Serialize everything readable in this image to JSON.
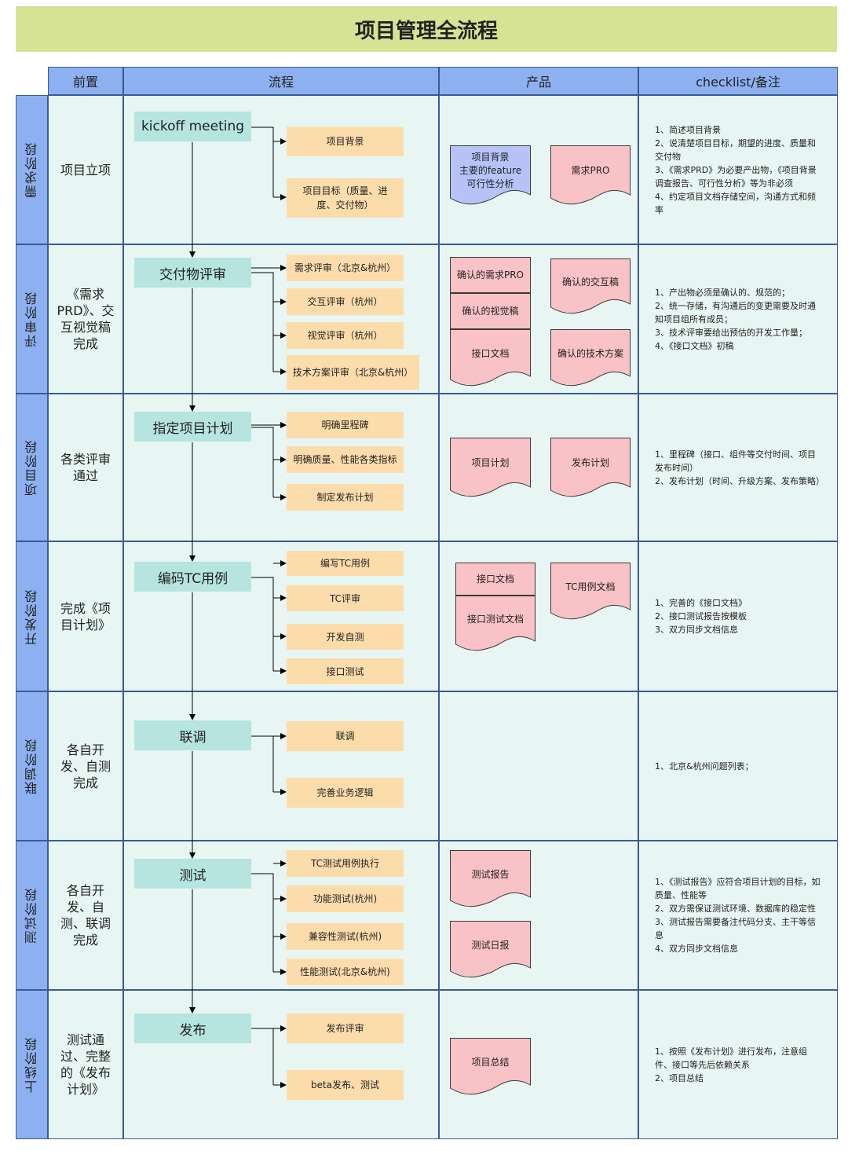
{
  "title": "项目管理全流程",
  "headers": {
    "pre": "前置",
    "process": "流程",
    "product": "产品",
    "checklist": "checklist/备注"
  },
  "stages": [
    {
      "label": "需求阶段",
      "pre": "项目立项",
      "main": "kickoff meeting",
      "subs": [
        "项目背景",
        "项目目标（质量、进度、交付物）"
      ],
      "notes": [
        "1、简述项目背景",
        "2、说清楚项目目标，期望的进度、质量和交付物",
        "3、《需求PRD》为必要产出物，《项目背景调查报告、可行性分析》等为非必须",
        "4、约定项目文档存储空间，沟通方式和频率"
      ],
      "products": [
        "项目背景\n主要的feature\n可行性分析",
        "需求PRO"
      ]
    },
    {
      "label": "评审阶段",
      "pre": "《需求PRD》、交互视觉稿完成",
      "main": "交付物评审",
      "subs": [
        "需求评审（北京&杭州）",
        "交互评审（杭州）",
        "视觉评审（杭州）",
        "技术方案评审（北京&杭州）"
      ],
      "notes": [
        "1、产出物必须是确认的、规范的；",
        "2、统一存储，有沟通后的变更需要及时通知项目组所有成员；",
        "3、技术评审要给出预估的开发工作量；",
        "4、《接口文档》初稿"
      ],
      "products": [
        "确认的需求PRO",
        "确认的视觉稿",
        "接口文档",
        "确认的交互稿",
        "确认的技术方案"
      ]
    },
    {
      "label": "项目阶段",
      "pre": "各类评审通过",
      "main": "指定项目计划",
      "subs": [
        "明确里程碑",
        "明确质量、性能各类指标",
        "制定发布计划"
      ],
      "notes": [
        "1、里程碑（接口、组件等交付时间、项目发布时间）",
        "2、发布计划（时间、升级方案、发布策略）"
      ],
      "products": [
        "项目计划",
        "发布计划"
      ]
    },
    {
      "label": "开发阶段",
      "pre": "完成《项目计划》",
      "main": "编码TC用例",
      "subs": [
        "编写TC用例",
        "TC评审",
        "开发自测",
        "接口测试"
      ],
      "notes": [
        "1、完善的《接口文档》",
        "2、接口测试报告按模板",
        "3、双方同步文档信息"
      ],
      "products": [
        "接口文档",
        "接口测试文档",
        "TC用例文档"
      ]
    },
    {
      "label": "联调阶段",
      "pre": "各自开发、自测完成",
      "main": "联调",
      "subs": [
        "联调",
        "完善业务逻辑"
      ],
      "notes": [
        "1、北京&杭州问题列表；"
      ],
      "products": []
    },
    {
      "label": "测试阶段",
      "pre": "各自开发、自测、联调完成",
      "main": "测试",
      "subs": [
        "TC测试用例执行",
        "功能测试(杭州)",
        "兼容性测试(杭州)",
        "性能测试(北京&杭州)"
      ],
      "notes": [
        "1、《测试报告》应符合项目计划的目标，如质量、性能等",
        "2、双方需保证测试环境、数据库的稳定性",
        "3、测试报告需要备注代码分支、主干等信息",
        "4、双方同步文档信息"
      ],
      "products": [
        "测试报告",
        "测试日报"
      ]
    },
    {
      "label": "上线阶段",
      "pre": "测试通过、完整的《发布计划》",
      "main": "发布",
      "subs": [
        "发布评审",
        "beta发布、测试"
      ],
      "notes": [
        "1、按照《发布计划》进行发布，注意组件、接口等先后依赖关系",
        "2、项目总结"
      ],
      "products": [
        "项目总结"
      ]
    }
  ],
  "colors": {
    "title_bg": "#d6e394",
    "header_bg": "#8db0f0",
    "cell_bg": "#e8f6f3",
    "main_step": "#b6e4df",
    "sub_step": "#fddcac",
    "doc_pink": "#f9c2c6",
    "doc_blue": "#b7c3f7",
    "border": "#3a5a96"
  }
}
